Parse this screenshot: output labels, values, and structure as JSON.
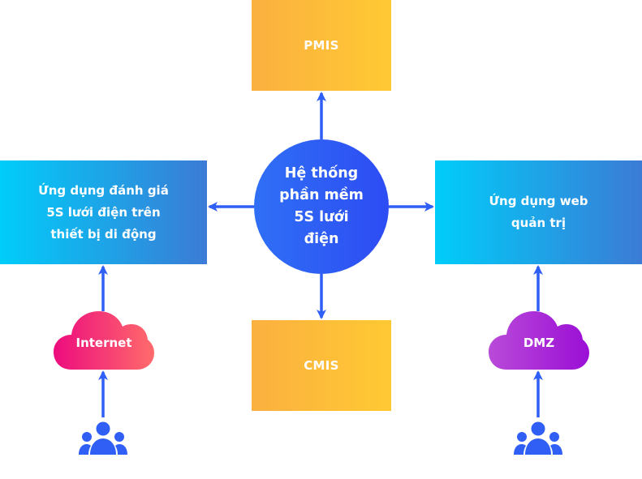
{
  "diagram": {
    "hub": {
      "label": "Hệ thống\nphần mềm\n5S lưới\nđiện",
      "color": "#2f5ff5"
    },
    "nodes": {
      "pmis": {
        "label": "PMIS"
      },
      "cmis": {
        "label": "CMIS"
      },
      "mobile_app": {
        "label": "Ứng dụng đánh giá\n5S lưới điện trên\nthiết bị di động"
      },
      "web_app": {
        "label": "Ứng dụng web\nquản trị"
      }
    },
    "clouds": {
      "internet": {
        "label": "Internet",
        "gradient": [
          "#ec0c7e",
          "#ff6b6b"
        ]
      },
      "dmz": {
        "label": "DMZ",
        "gradient": [
          "#b94ad8",
          "#9b0fd6"
        ]
      }
    },
    "icons": {
      "users_left": "users-group-icon",
      "users_right": "users-group-icon"
    },
    "colors": {
      "arrow": "#2f5ff5",
      "orange_box": [
        "#fbb040",
        "#ffc933"
      ],
      "blue_box": [
        "#00cdf9",
        "#3b7bd6"
      ]
    },
    "connections": [
      {
        "from": "hub",
        "to": "pmis"
      },
      {
        "from": "hub",
        "to": "cmis"
      },
      {
        "from": "hub",
        "to": "mobile_app"
      },
      {
        "from": "hub",
        "to": "web_app"
      },
      {
        "from": "internet",
        "to": "mobile_app"
      },
      {
        "from": "dmz",
        "to": "web_app"
      },
      {
        "from": "users_left",
        "to": "internet"
      },
      {
        "from": "users_right",
        "to": "dmz"
      }
    ]
  }
}
